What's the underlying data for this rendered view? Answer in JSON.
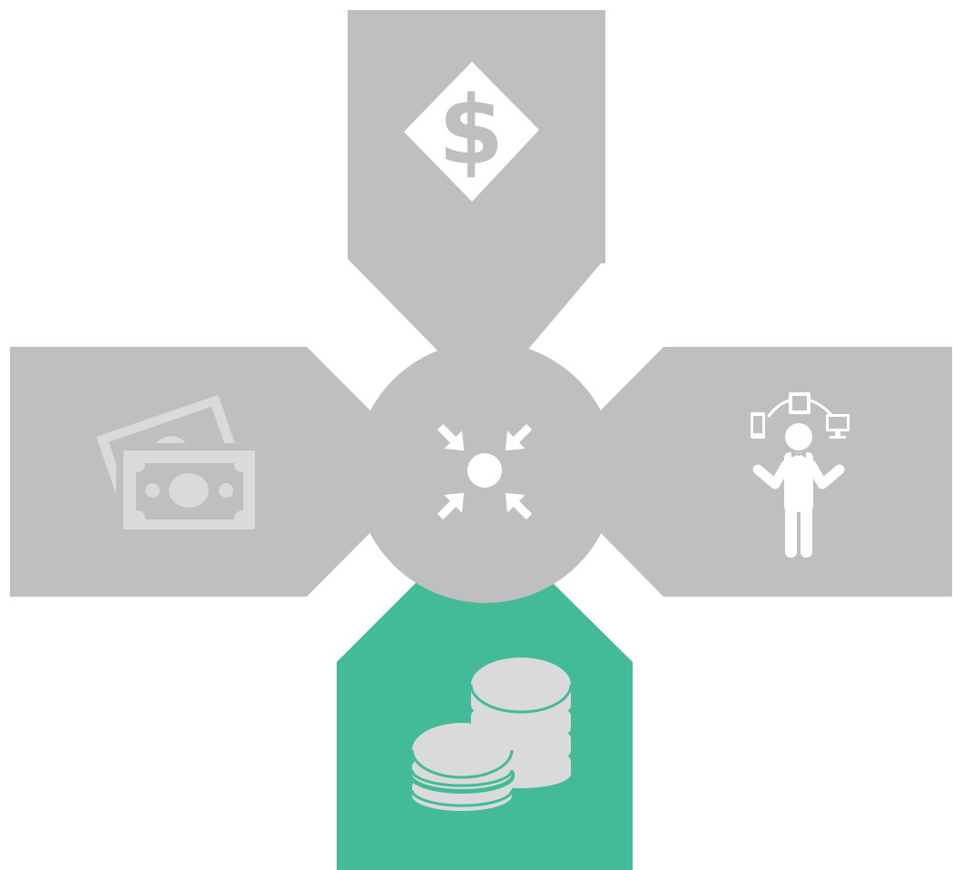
{
  "diagram": {
    "colors": {
      "background": "#ffffff",
      "panel": "#bfbfbf",
      "highlight": "#43bb98",
      "icon_white": "#ffffff",
      "icon_light": "#dadada"
    },
    "panels": [
      {
        "id": "top",
        "icon": "dollar-diamond-icon",
        "highlighted": false
      },
      {
        "id": "left",
        "icon": "cash-bills-icon",
        "highlighted": false
      },
      {
        "id": "right",
        "icon": "person-juggling-devices-icon",
        "highlighted": false
      },
      {
        "id": "bottom",
        "icon": "coin-stacks-icon",
        "highlighted": true
      }
    ],
    "center": {
      "icon": "converge-arrows-icon"
    }
  }
}
